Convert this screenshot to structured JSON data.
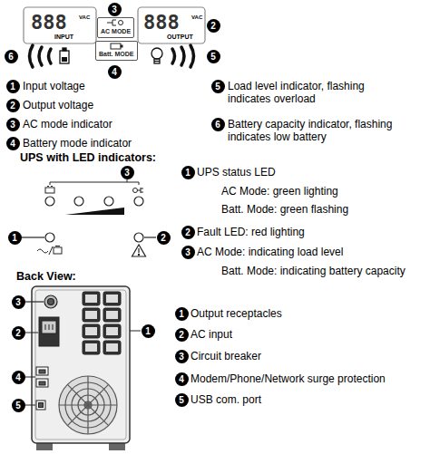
{
  "diagram": {
    "nodes": [
      {
        "text": [
          "AC MODE"
        ]
      },
      {
        "text": [
          "Batt. MODE"
        ]
      }
    ],
    "labels": [
      "3",
      "888",
      "VAC",
      "INPUT",
      "888",
      "VAC",
      "OUTPUT",
      "2",
      "6",
      "5",
      "4",
      "1",
      "Input voltage",
      "5",
      "Load level indicator, flashing indicates overload",
      "2",
      "Output voltage",
      "3",
      "AC mode indicator",
      "6",
      "Battery capacity indicator, flashing indicates low battery",
      "4",
      "Battery mode indicator",
      "UPS with LED indicators:",
      "3",
      "1",
      "UPS status LED",
      "AC Mode: green lighting",
      "Batt. Mode: green flashing",
      "1",
      "2",
      "2",
      "Fault LED: red lighting",
      "3",
      "AC Mode: indicating load level",
      "Batt. Mode: indicating battery capacity",
      "Back View:",
      "3",
      "2",
      "1",
      "4",
      "5",
      "1",
      "Output receptacles",
      "2",
      "AC input",
      "3",
      "Circuit breaker",
      "4",
      "Modem/Phone/Network surge protection",
      "5",
      "USB com. port"
    ]
  }
}
